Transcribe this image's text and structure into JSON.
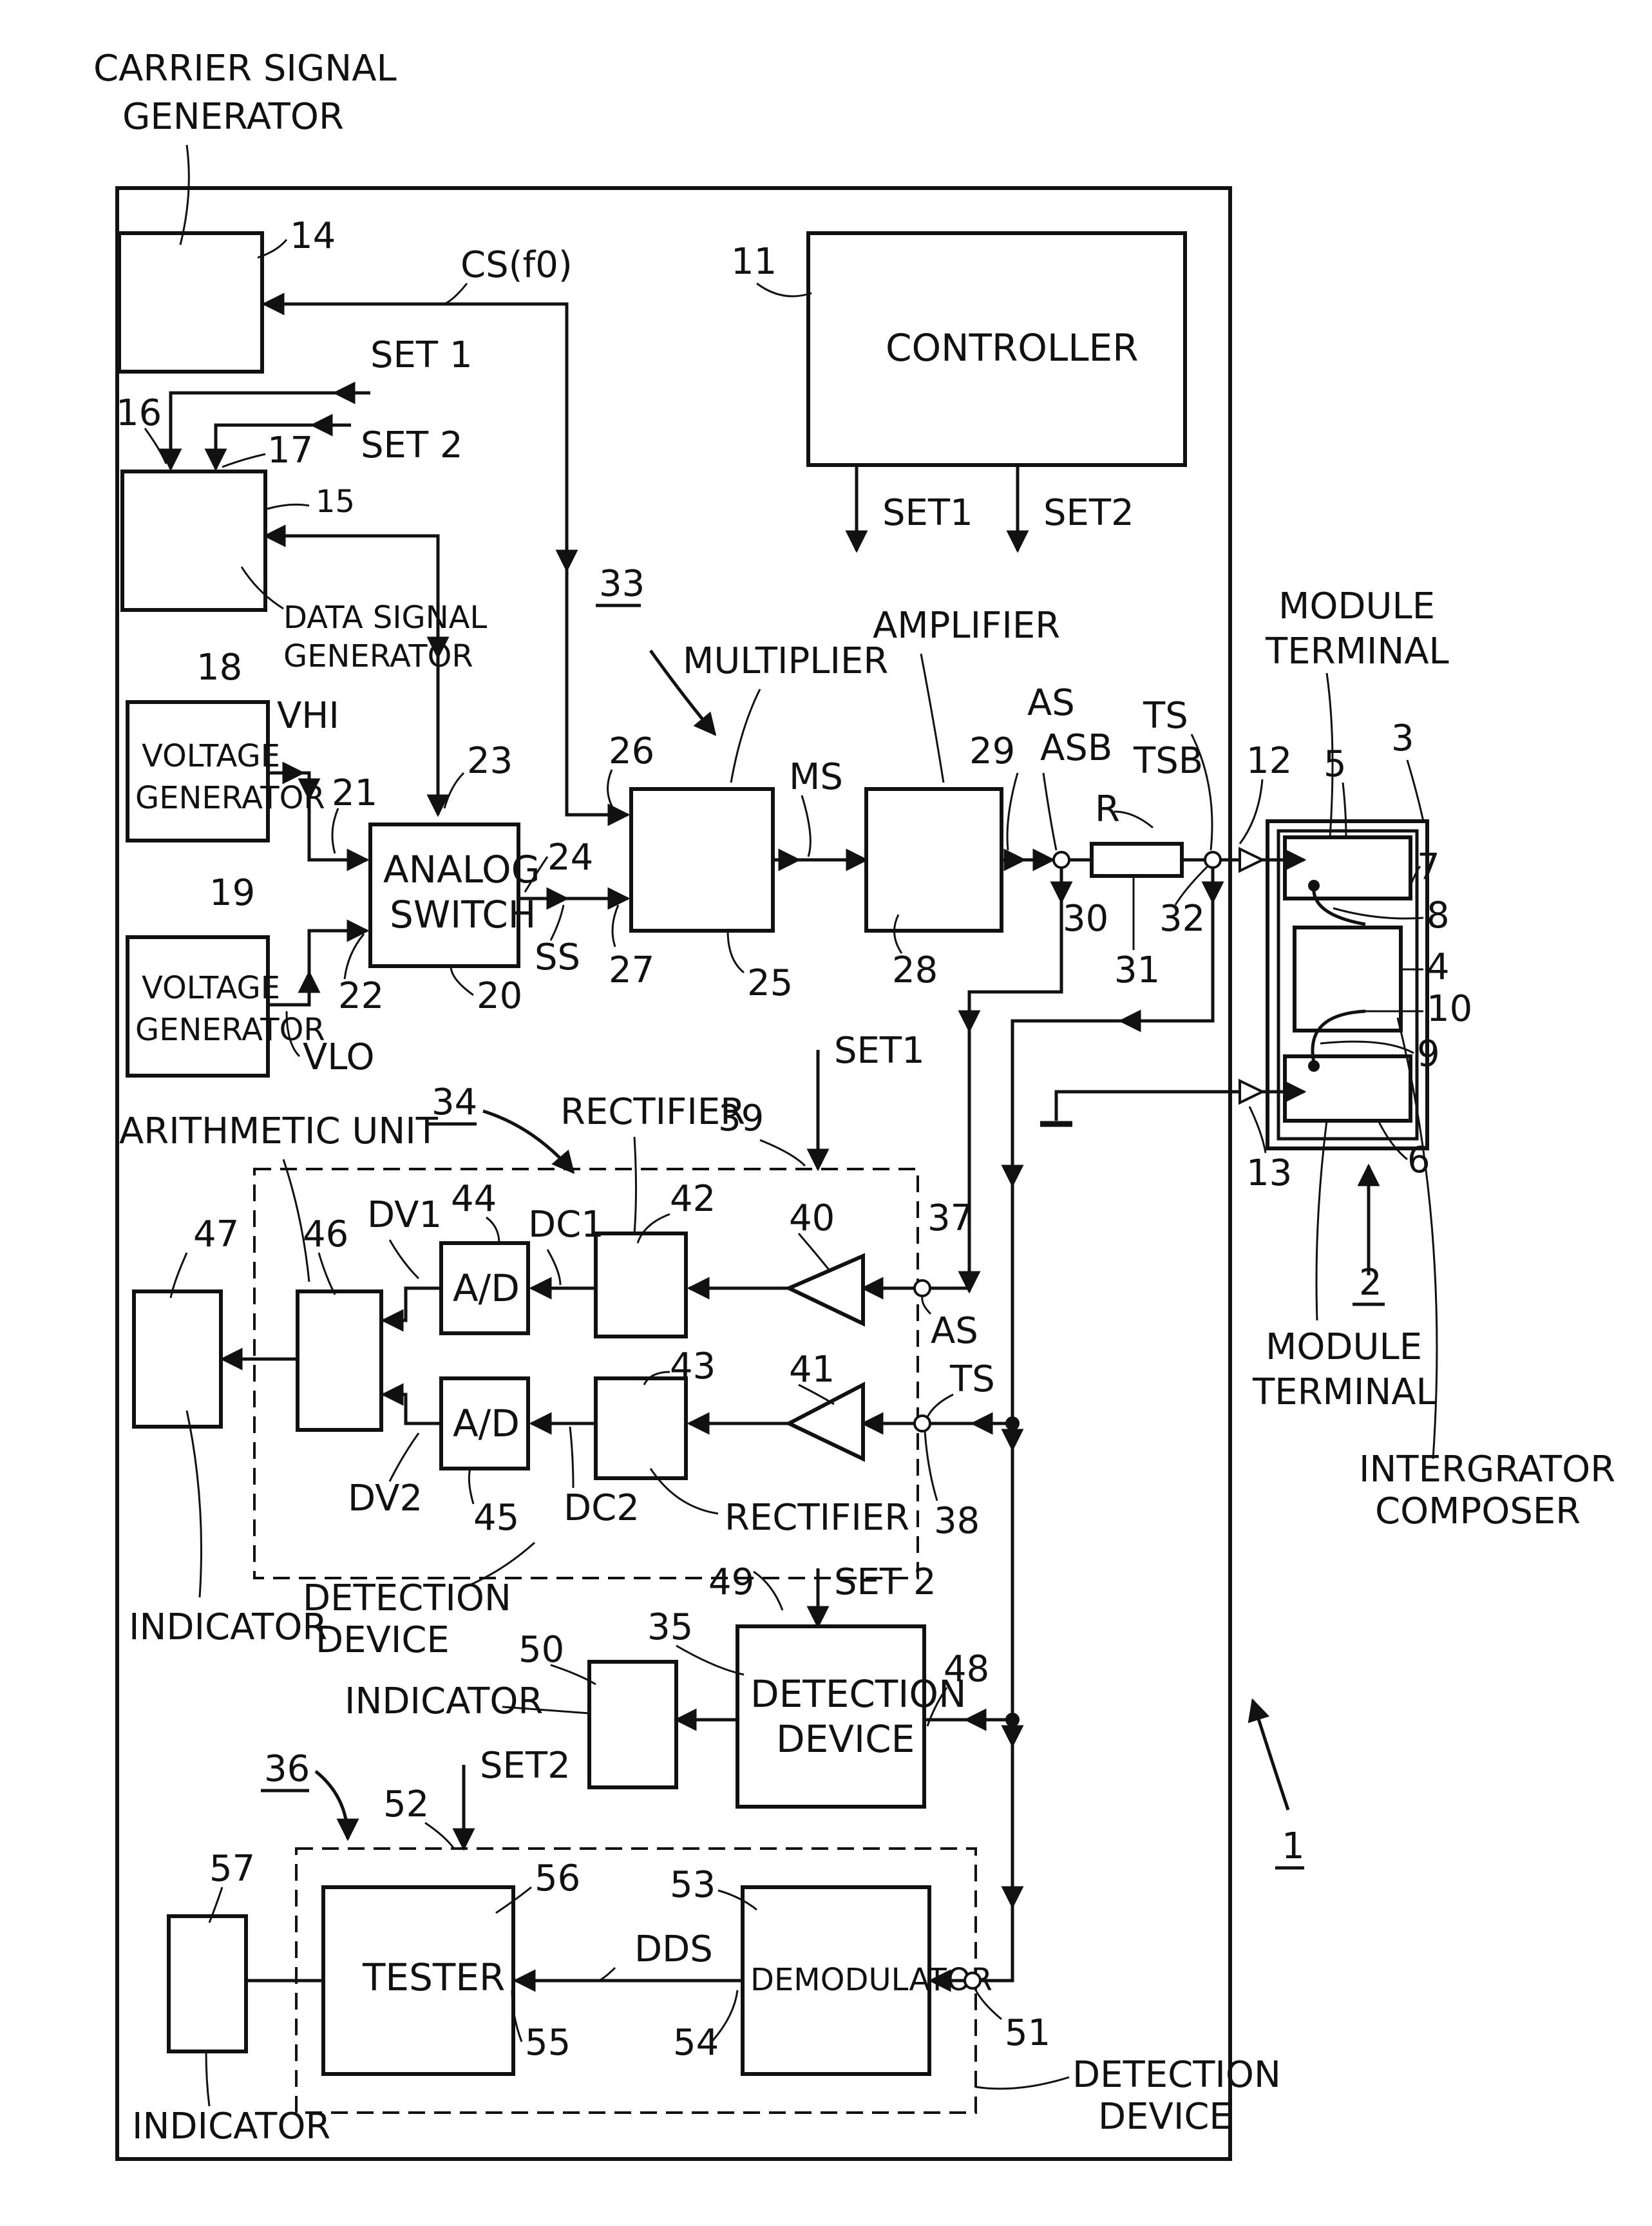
{
  "outer_labels": {
    "carrier_signal_generator_1": "CARRIER SIGNAL",
    "carrier_signal_generator_2": "GENERATOR",
    "data_signal_generator_1": "DATA SIGNAL",
    "data_signal_generator_2": "GENERATOR",
    "multiplier": "MULTIPLIER",
    "amplifier": "AMPLIFIER",
    "module_terminal_top_1": "MODULE",
    "module_terminal_top_2": "TERMINAL",
    "module_terminal_bottom_1": "MODULE",
    "module_terminal_bottom_2": "TERMINAL",
    "integrator_composer_1": "INTERGRATOR",
    "integrator_composer_2": "COMPOSER",
    "arithmetic_unit": "ARITHMETIC UNIT",
    "rectifier_top": "RECTIFIER",
    "rectifier_bottom": "RECTIFIER",
    "detection_device_34_1": "DETECTION",
    "detection_device_34_2": "DEVICE",
    "detection_device_36_1": "DETECTION",
    "detection_device_36_2": "DEVICE",
    "indicator_47": "INDICATOR",
    "indicator_50": "INDICATOR",
    "indicator_57": "INDICATOR"
  },
  "blocks": {
    "controller": "CONTROLLER",
    "voltage_generator_1": "VOLTAGE",
    "voltage_generator_2": "GENERATOR",
    "analog_switch_1": "ANALOG",
    "analog_switch_2": "SWITCH",
    "ad_44": "A/D",
    "ad_45": "A/D",
    "detection_device_35_1": "DETECTION",
    "detection_device_35_2": "DEVICE",
    "tester": "TESTER",
    "demodulator": "DEMODULATOR",
    "resistor": "R"
  },
  "signals": {
    "cs": "CS(f0)",
    "set1_in": "SET 1",
    "set2_in": "SET 2",
    "ctrl_set1": "SET1",
    "ctrl_set2": "SET2",
    "vhi": "VHI",
    "vlo": "VLO",
    "ss": "SS",
    "ms": "MS",
    "as_top": "AS",
    "asb": "ASB",
    "ts_top": "TS",
    "tsb": "TSB",
    "det_set1": "SET1",
    "dv1": "DV1",
    "dc1": "DC1",
    "dv2": "DV2",
    "dc2": "DC2",
    "as_det": "AS",
    "ts_det": "TS",
    "set2_35": "SET 2",
    "set2_36": "SET2",
    "dds": "DDS"
  },
  "refs": {
    "r1": "1",
    "r2": "2",
    "r3": "3",
    "r4": "4",
    "r5": "5",
    "r6": "6",
    "r7": "7",
    "r8": "8",
    "r9": "9",
    "r10": "10",
    "r11": "11",
    "r12": "12",
    "r13": "13",
    "r14": "14",
    "r15": "15",
    "r16": "16",
    "r17": "17",
    "r18": "18",
    "r19": "19",
    "r20": "20",
    "r21": "21",
    "r22": "22",
    "r23": "23",
    "r24": "24",
    "r25": "25",
    "r26": "26",
    "r27": "27",
    "r28": "28",
    "r29": "29",
    "r30": "30",
    "r31": "31",
    "r32": "32",
    "r33": "33",
    "r34": "34",
    "r35": "35",
    "r36": "36",
    "r37": "37",
    "r38": "38",
    "r39": "39",
    "r40": "40",
    "r41": "41",
    "r42": "42",
    "r43": "43",
    "r44": "44",
    "r45": "45",
    "r46": "46",
    "r47": "47",
    "r48": "48",
    "r49": "49",
    "r50": "50",
    "r51": "51",
    "r52": "52",
    "r53": "53",
    "r54": "54",
    "r55": "55",
    "r56": "56",
    "r57": "57"
  }
}
